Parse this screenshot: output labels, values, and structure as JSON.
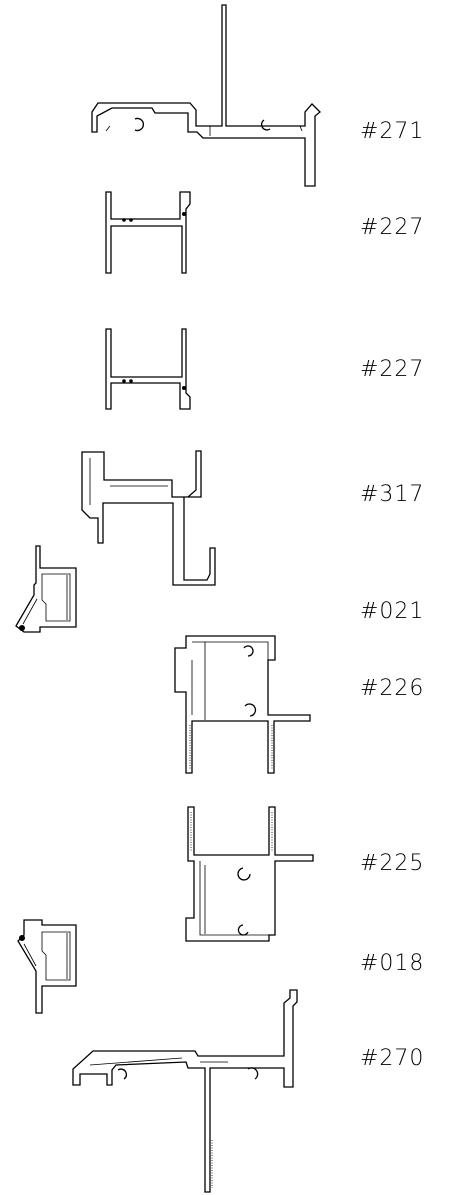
{
  "profiles": [
    {
      "code": "#271",
      "icon": "profile-271-section"
    },
    {
      "code": "#227",
      "icon": "profile-227-section"
    },
    {
      "code": "#227",
      "icon": "profile-227-section-mirrored"
    },
    {
      "code": "#317",
      "icon": "profile-317-section"
    },
    {
      "code": "#021",
      "icon": "profile-021-section"
    },
    {
      "code": "#226",
      "icon": "profile-226-section"
    },
    {
      "code": "#225",
      "icon": "profile-225-section"
    },
    {
      "code": "#018",
      "icon": "profile-018-section"
    },
    {
      "code": "#270",
      "icon": "profile-270-section"
    }
  ],
  "colors": {
    "line": "#000000",
    "background": "#ffffff"
  }
}
